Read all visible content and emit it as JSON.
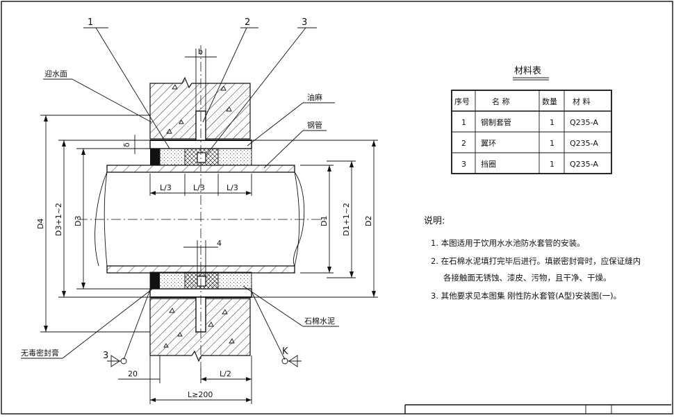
{
  "callouts": {
    "part1": "1",
    "part2": "2",
    "part3": "3",
    "water_face": "迎水面",
    "oil_hemp": "油麻",
    "steel_pipe": "钢管",
    "asbestos_cement": "石棉水泥",
    "sealant": "无毒密封膏"
  },
  "dims": {
    "b": "b",
    "delta": "δ",
    "l3_a": "L/3",
    "l3_b": "L/3",
    "l3_c": "L/3",
    "d4": "D4",
    "d3_plus": "D3+1~2",
    "d3": "D3",
    "d1": "D1",
    "d1_plus": "D1+1~2",
    "d2": "D2",
    "gap4": "4",
    "twenty": "20",
    "l_half": "L/2",
    "l_total": "L≥200",
    "section_left": "3",
    "section_right": "K"
  },
  "materials": {
    "title": "材料表",
    "headers": [
      "序号",
      "名 称",
      "数量",
      "材 料"
    ],
    "rows": [
      {
        "no": "1",
        "name": "钢制套管",
        "qty": "1",
        "mat": "Q235-A"
      },
      {
        "no": "2",
        "name": "翼环",
        "qty": "1",
        "mat": "Q235-A"
      },
      {
        "no": "3",
        "name": "挡圈",
        "qty": "1",
        "mat": "Q235-A"
      }
    ]
  },
  "notes": {
    "heading": "说明:",
    "n1": "1. 本图适用于饮用水水池防水套管的安装。",
    "n2": "2. 在石棉水泥填打完毕后进行。填嵌密封膏时，应保证缝内",
    "n2b": "各接触面无锈蚀、漆皮、污物，且干净、干燥。",
    "n3": "3. 其他要求见本图集 刚性防水套管(A型)安装图(一)。"
  }
}
